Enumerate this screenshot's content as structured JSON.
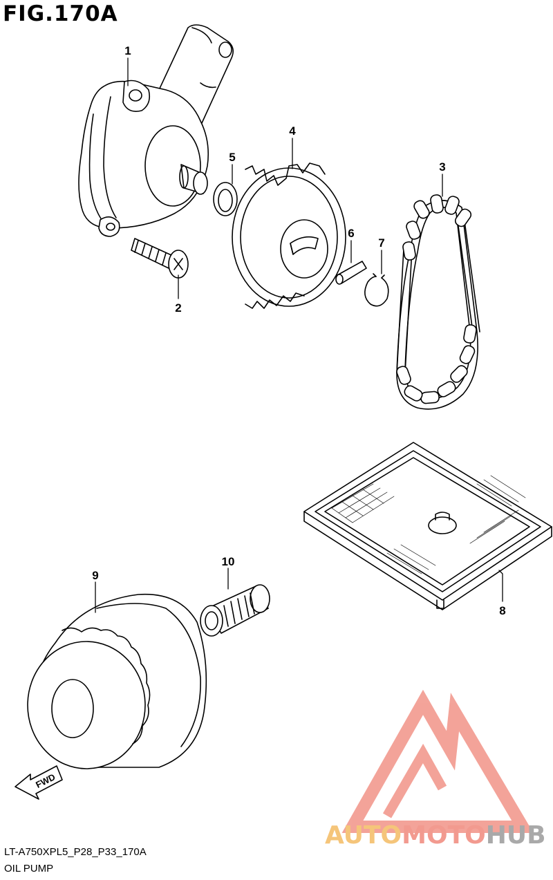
{
  "figure": {
    "title": "FIG.170A",
    "code": "LT-A750XPL5_P28_P33_170A",
    "name": "OIL PUMP"
  },
  "callouts": [
    {
      "number": "1",
      "part": "oil-pump-body"
    },
    {
      "number": "2",
      "part": "bolt"
    },
    {
      "number": "3",
      "part": "drive-chain"
    },
    {
      "number": "4",
      "part": "driven-sprocket"
    },
    {
      "number": "5",
      "part": "washer"
    },
    {
      "number": "6",
      "part": "pin"
    },
    {
      "number": "7",
      "part": "circlip"
    },
    {
      "number": "8",
      "part": "oil-strainer"
    },
    {
      "number": "9",
      "part": "oil-filter"
    },
    {
      "number": "10",
      "part": "union-bolt"
    }
  ],
  "fwd_arrow": {
    "label": "FWD"
  },
  "watermark": {
    "part1": "AUTO",
    "part2": "MOTO",
    "part3": "HUB",
    "colors": {
      "auto": "#f5c57a",
      "moto": "#f29a8f",
      "hub": "#a9a9a9",
      "logo": "#f29a8f"
    }
  }
}
